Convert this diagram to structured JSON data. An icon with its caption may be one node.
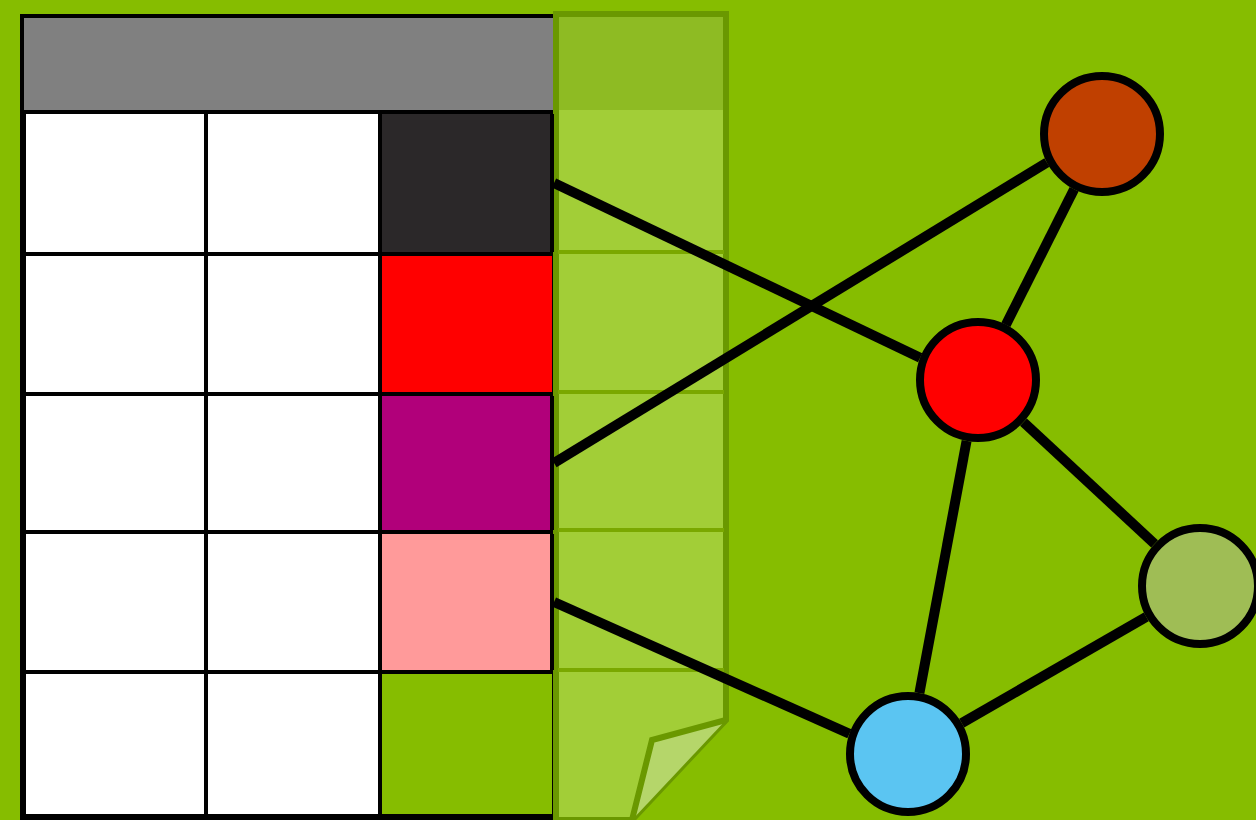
{
  "diagram": {
    "nodes": [
      {
        "text": [],
        "shape": "box"
      },
      {
        "text": [],
        "shape": "box"
      },
      {
        "text": [],
        "shape": "box"
      },
      {
        "text": [],
        "shape": "circle"
      },
      {
        "text": [],
        "shape": "circle"
      },
      {
        "text": [],
        "shape": "circle"
      },
      {
        "text": [],
        "shape": "circle"
      }
    ],
    "edges": [
      {
        "from": 0,
        "to": 4,
        "arrow": "none"
      },
      {
        "from": 1,
        "to": 3,
        "arrow": "none"
      },
      {
        "from": 2,
        "to": 6,
        "arrow": "none"
      },
      {
        "from": 3,
        "to": 4,
        "arrow": "none"
      },
      {
        "from": 4,
        "to": 5,
        "arrow": "none"
      },
      {
        "from": 4,
        "to": 6,
        "arrow": "none"
      },
      {
        "from": 6,
        "to": 5,
        "arrow": "none"
      }
    ]
  }
}
